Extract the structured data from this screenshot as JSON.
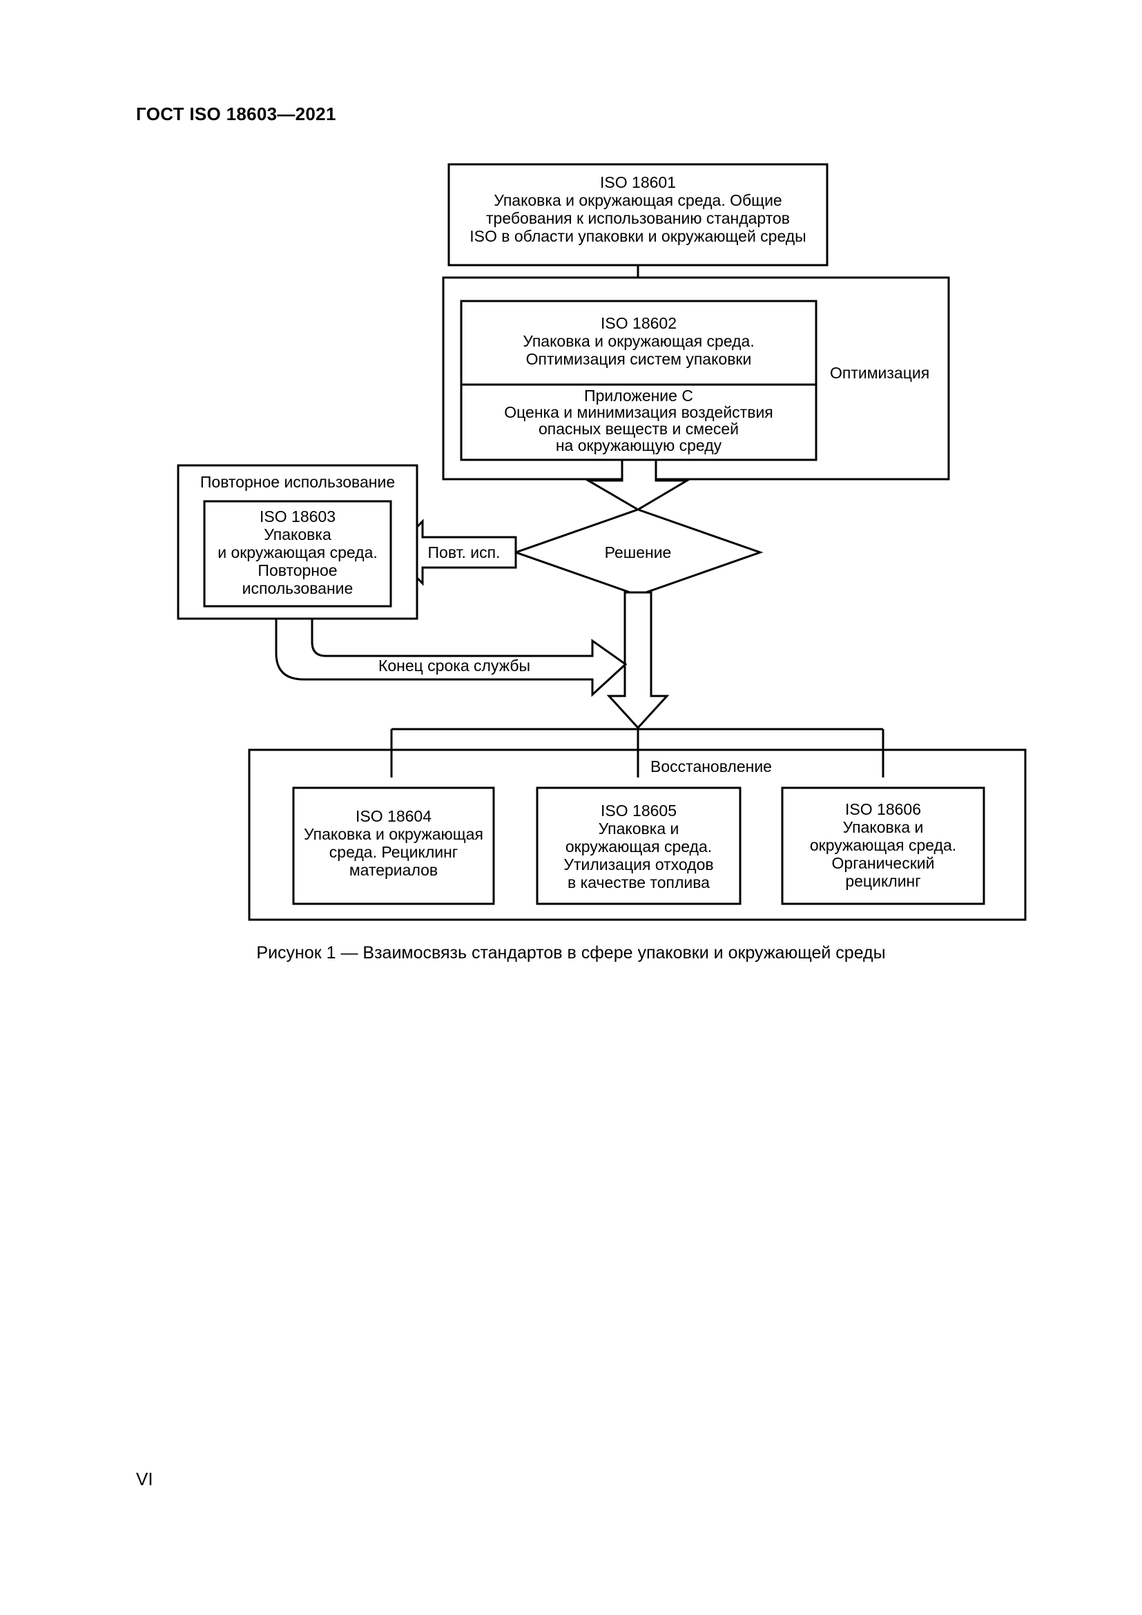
{
  "document": {
    "header": "ГОСТ ISO 18603—2021",
    "page_number": "VI",
    "figure_caption": "Рисунок 1 — Взаимосвязь стандартов в сфере упаковки и окружающей среды"
  },
  "diagram": {
    "iso18601": {
      "lines": [
        "ISO 18601",
        "Упаковка и окружающая среда. Общие",
        "требования к использованию стандартов",
        "ISO в области упаковки и окружающей среды"
      ]
    },
    "optimization": {
      "label": "Оптимизация",
      "iso18602": {
        "lines": [
          "ISO 18602",
          "Упаковка и окружающая среда.",
          "Оптимизация систем упаковки"
        ]
      },
      "annex_c": {
        "lines": [
          "Приложение С",
          "Оценка и минимизация воздействия",
          "опасных веществ и смесей",
          "на окружающую среду"
        ]
      }
    },
    "decision": {
      "label": "Решение"
    },
    "reuse_arrow_label": "Повт. исп.",
    "end_of_life_label": "Конец срока службы",
    "reuse": {
      "label": "Повторное использование",
      "iso18603": {
        "lines": [
          "ISO 18603",
          "Упаковка",
          "и окружающая среда.",
          "Повторное",
          "использование"
        ]
      }
    },
    "recovery": {
      "label": "Восстановление",
      "iso18604": {
        "lines": [
          "ISO 18604",
          "Упаковка и окружающая",
          "среда. Рециклинг",
          "материалов"
        ]
      },
      "iso18605": {
        "lines": [
          "ISO 18605",
          "Упаковка и",
          "окружающая среда.",
          "Утилизация отходов",
          "в качестве топлива"
        ]
      },
      "iso18606": {
        "lines": [
          "ISO 18606",
          "Упаковка и",
          "окружающая среда.",
          "Органический",
          "рециклинг"
        ]
      }
    }
  }
}
